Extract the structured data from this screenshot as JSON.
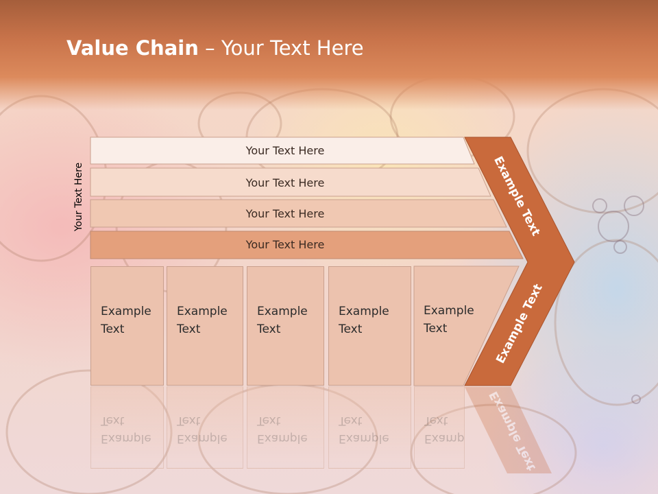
{
  "slide": {
    "title_bold": "Value Chain",
    "title_separator": " – ",
    "title_rest": "Your Text Here",
    "side_label": "Your Text Here"
  },
  "rows": [
    {
      "label": "Your Text Here"
    },
    {
      "label": "Your Text Here"
    },
    {
      "label": "Your Text Here"
    },
    {
      "label": "Your Text Here"
    }
  ],
  "boxes": [
    {
      "line1": "Example",
      "line2": "Text"
    },
    {
      "line1": "Example",
      "line2": "Text"
    },
    {
      "line1": "Example",
      "line2": "Text"
    },
    {
      "line1": "Example",
      "line2": "Text"
    },
    {
      "line1": "Example",
      "line2": "Text"
    }
  ],
  "chevron": {
    "upper_text": "Example Text",
    "lower_text": "Example Text"
  },
  "colors": {
    "title_bar": "#c8734a",
    "chevron": "#c96a3c",
    "row_1": "#faeee8",
    "row_2": "#f6dbcc",
    "row_3": "#f0c8b2",
    "row_4": "#e4a07c",
    "box_fill": "#ecc2ae"
  }
}
